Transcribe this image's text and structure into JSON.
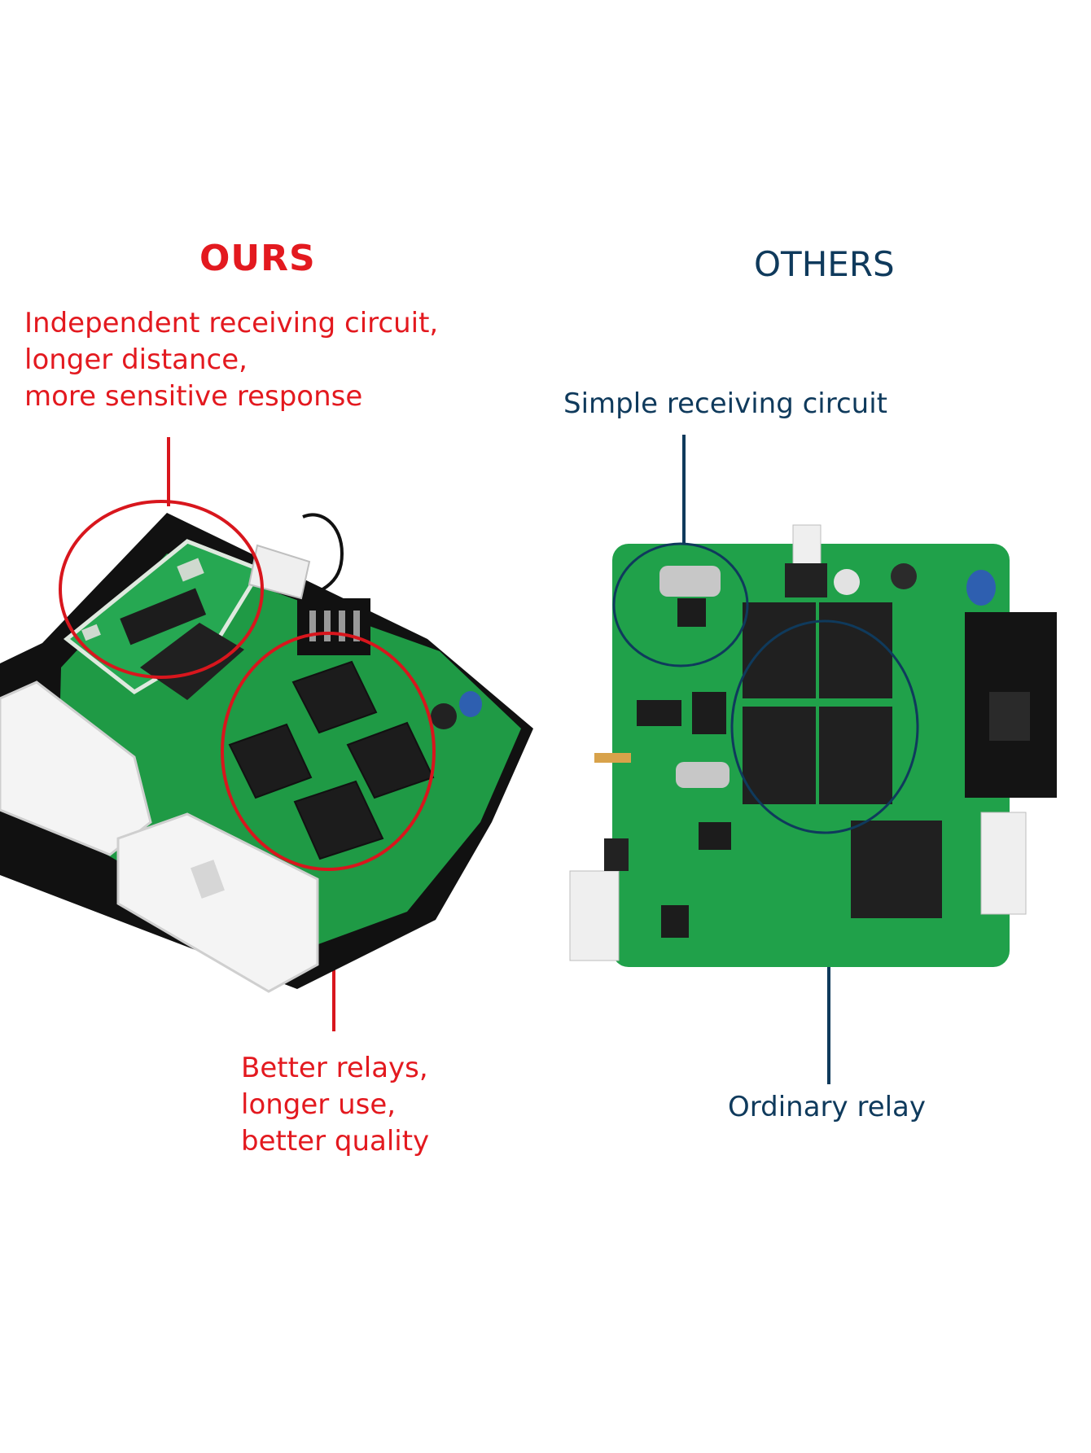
{
  "ours": {
    "title": "OURS",
    "callout_top": [
      "Independent receiving circuit,",
      "longer distance,",
      "more sensitive response"
    ],
    "callout_bottom": [
      "Better relays,",
      "longer use,",
      "better quality"
    ]
  },
  "others": {
    "title": "OTHERS",
    "callout_top": "Simple receiving circuit",
    "callout_bottom": "Ordinary relay"
  },
  "colors": {
    "ours_accent": "#e3191f",
    "others_accent": "#0f3a5c",
    "pcb_green": "#1f9a45",
    "relay_black": "#1c1c1c",
    "connector_white": "#f4f4f4"
  },
  "icons": {
    "left_board": "pcb-ours-icon",
    "right_board": "pcb-others-icon"
  }
}
